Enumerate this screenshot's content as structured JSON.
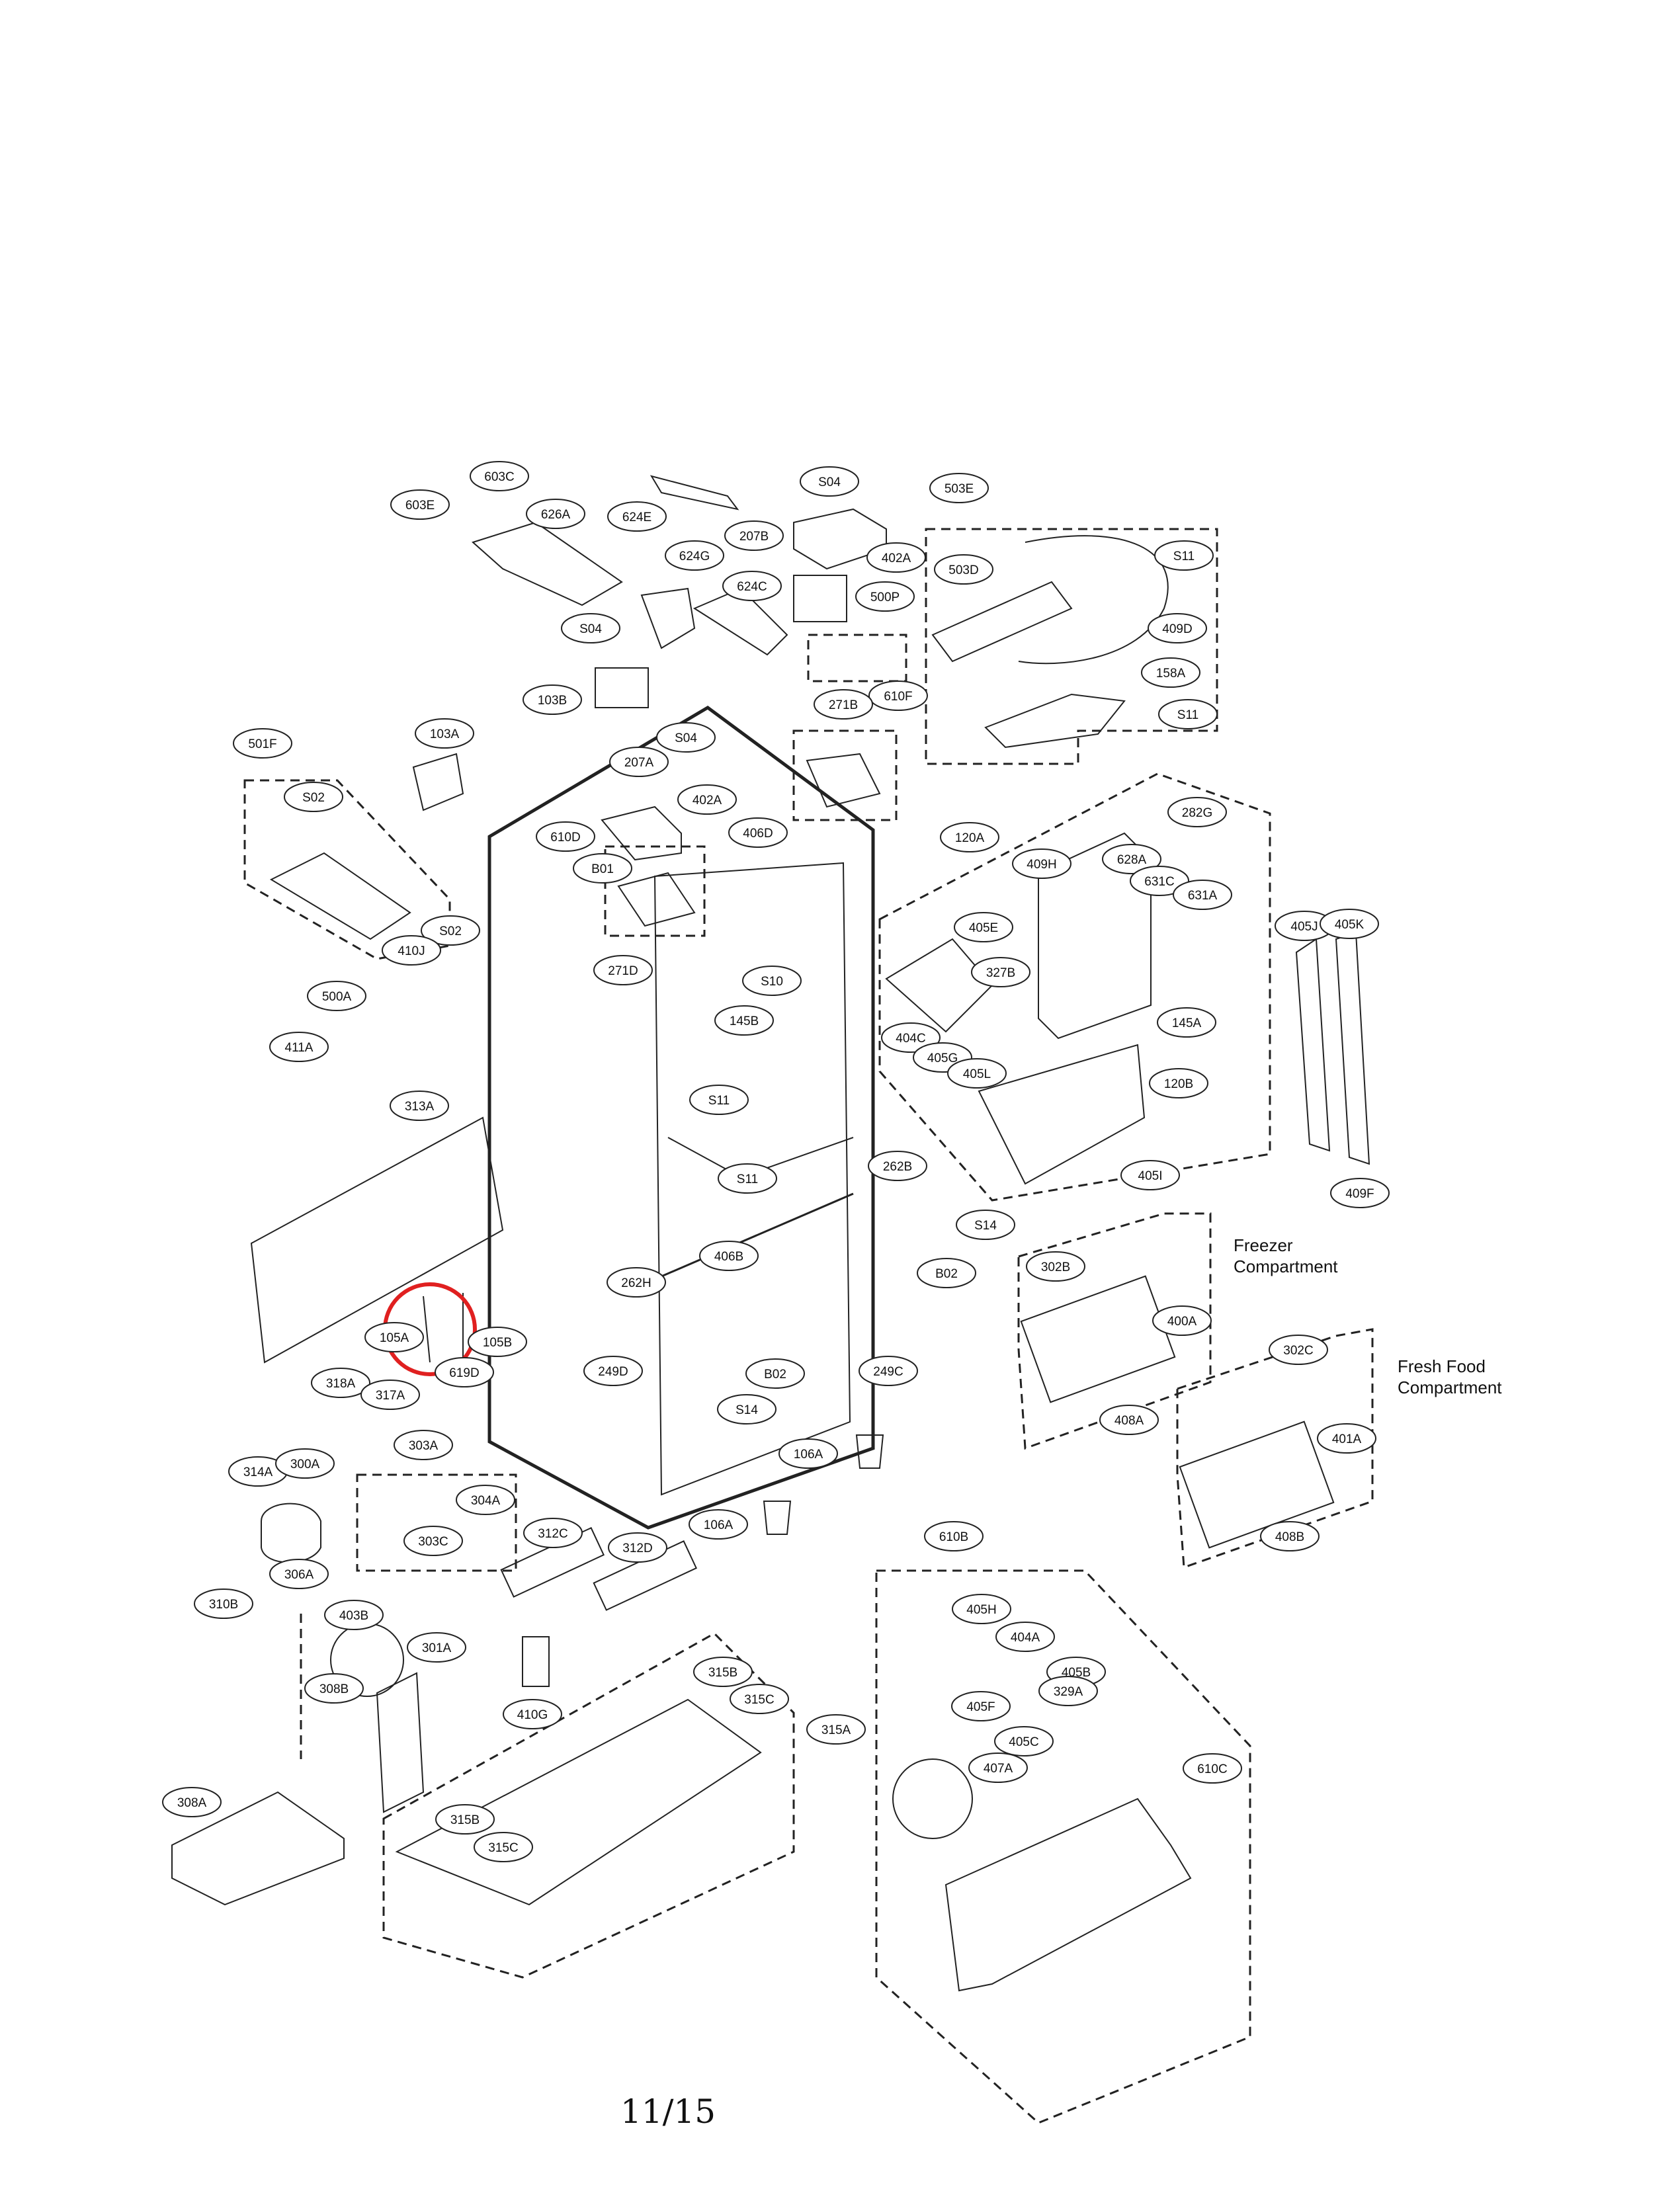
{
  "page_number": "11/15",
  "annotations": {
    "freezer": "Freezer Compartment",
    "fresh_food": "Fresh Food Compartment"
  },
  "highlight": {
    "part": "105A",
    "color": "#e02020"
  },
  "part_labels": [
    "603C",
    "603E",
    "626A",
    "624E",
    "S04",
    "207B",
    "402A",
    "624G",
    "624C",
    "500P",
    "503E",
    "503D",
    "S11",
    "409D",
    "158A",
    "S11",
    "S04",
    "103B",
    "610F",
    "271B",
    "S04",
    "103A",
    "501F",
    "S02",
    "207A",
    "402A",
    "406D",
    "610D",
    "B01",
    "S02",
    "410J",
    "271D",
    "S10",
    "145B",
    "500A",
    "411A",
    "S11",
    "S11",
    "313A",
    "262B",
    "S14",
    "B02",
    "406B",
    "262H",
    "105A",
    "105B",
    "249D",
    "B02",
    "249C",
    "S14",
    "318A",
    "317A",
    "619D",
    "106A",
    "106A",
    "303A",
    "314A",
    "300A",
    "304A",
    "303C",
    "306A",
    "310B",
    "312C",
    "312D",
    "120A",
    "282G",
    "409H",
    "628A",
    "631C",
    "631A",
    "405E",
    "327B",
    "404C",
    "405G",
    "405L",
    "145A",
    "120B",
    "405I",
    "405J",
    "405K",
    "409F",
    "302B",
    "400A",
    "408A",
    "302C",
    "401A",
    "408B",
    "403B",
    "301A",
    "308B",
    "410G",
    "315B",
    "315C",
    "315A",
    "610B",
    "405H",
    "404A",
    "405B",
    "329A",
    "405F",
    "405C",
    "407A",
    "610C",
    "308A",
    "315B",
    "315C"
  ]
}
